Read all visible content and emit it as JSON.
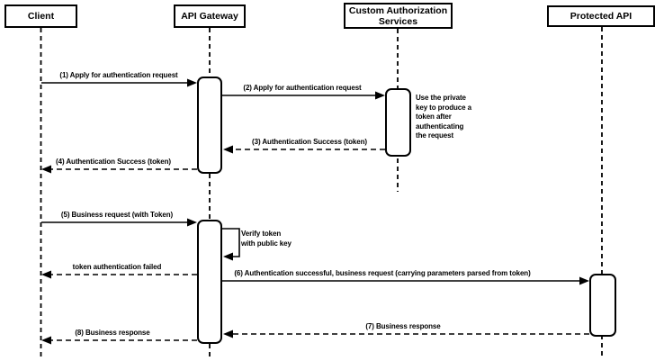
{
  "diagram": {
    "kind": "uml-sequence-diagram",
    "background_color": "#ffffff",
    "stroke_color": "#000000",
    "text_color": "#000000",
    "actors": [
      {
        "id": "client",
        "label": "Client"
      },
      {
        "id": "api-gateway",
        "label": "API Gateway"
      },
      {
        "id": "custom-authorization-services",
        "label": "Custom Authorization\nServices"
      },
      {
        "id": "protected-api",
        "label": "Protected API"
      }
    ],
    "messages": [
      {
        "label": "(1) Apply for authentication request",
        "from": "Client",
        "to": "API Gateway",
        "style": "solid"
      },
      {
        "label": "(2) Apply for authentication request",
        "from": "API Gateway",
        "to": "Custom Authorization Services",
        "style": "solid"
      },
      {
        "label": "(3) Authentication Success (token)",
        "from": "Custom Authorization Services",
        "to": "API Gateway",
        "style": "dashed"
      },
      {
        "label": "(4) Authentication Success (token)",
        "from": "API Gateway",
        "to": "Client",
        "style": "dashed"
      },
      {
        "label": "(5) Business request (with Token)",
        "from": "Client",
        "to": "API Gateway",
        "style": "solid"
      },
      {
        "label": "Verify token\nwith public key",
        "from": "API Gateway",
        "to": "API Gateway",
        "style": "self"
      },
      {
        "label": "token authentication failed",
        "from": "API Gateway",
        "to": "Client",
        "style": "dashed"
      },
      {
        "label": "(6) Authentication successful, business request (carrying parameters parsed from token)",
        "from": "API Gateway",
        "to": "Protected API",
        "style": "solid"
      },
      {
        "label": "(7) Business response",
        "from": "Protected API",
        "to": "API Gateway",
        "style": "dashed"
      },
      {
        "label": "(8) Business response",
        "from": "API Gateway",
        "to": "Client",
        "style": "dashed"
      }
    ],
    "notes": [
      {
        "text": "Use the private\nkey to produce a\ntoken after\nauthenticating\nthe request",
        "attached_to": "Custom Authorization Services"
      }
    ]
  }
}
